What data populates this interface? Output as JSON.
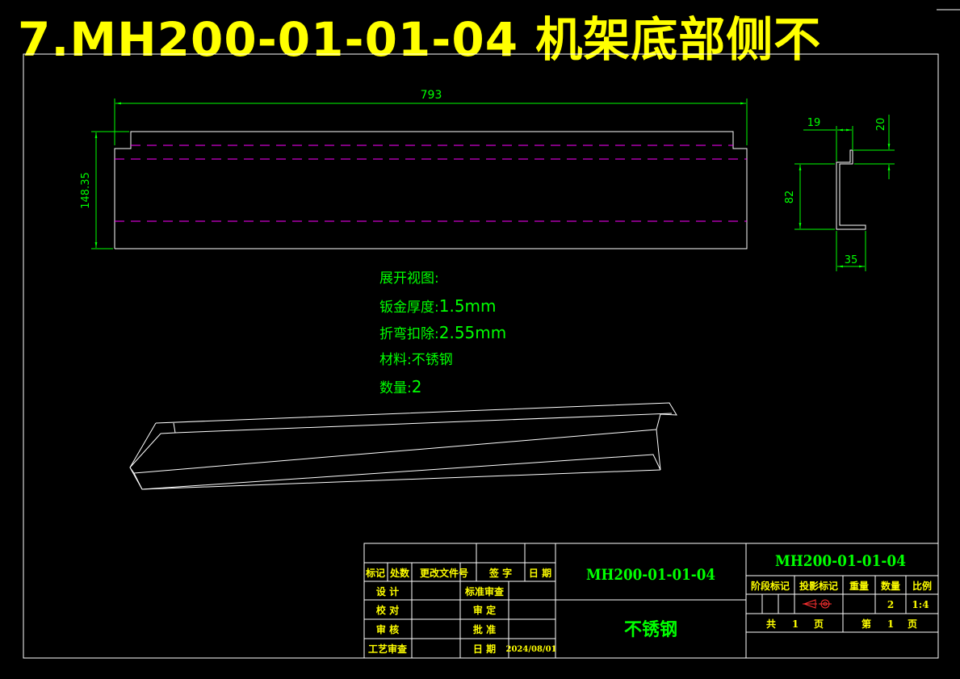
{
  "title": "7.MH200-01-01-04 机架底部侧不",
  "dimensions": {
    "length": "793",
    "height": "148.35",
    "flange_top": "19",
    "lip": "20",
    "web": "82",
    "flange_bottom": "35"
  },
  "notes": {
    "heading": "展开视图:",
    "thickness_label": "钣金厚度:",
    "thickness_value": "1.5mm",
    "bend_label": "折弯扣除:",
    "bend_value": "2.55mm",
    "material_label": "材料:",
    "material_value": "不锈钢",
    "qty_label": "数量:",
    "qty_value": "2"
  },
  "title_block": {
    "rev_headers": [
      "标记",
      "处数",
      "更改文件号",
      "签 字",
      "日 期"
    ],
    "design": "设 计",
    "check": "校 对",
    "review": "审 核",
    "process": "工艺审查",
    "std_review": "标准审查",
    "approve_set": "审 定",
    "approve": "批 准",
    "date_label": "日 期",
    "date_value": "2024/08/01",
    "part_number": "MH200-01-01-04",
    "material": "不锈钢",
    "drawing_number": "MH200-01-01-04",
    "stage_label": "阶段标记",
    "projection_label": "投影标记",
    "weight_label": "重量",
    "qty_label": "数量",
    "scale_label": "比例",
    "qty_value": "2",
    "scale_value": "1:4",
    "total_pages_prefix": "共",
    "total_pages": "1",
    "page_unit": "页",
    "page_prefix": "第",
    "page_number": "1",
    "page_unit2": "页"
  }
}
